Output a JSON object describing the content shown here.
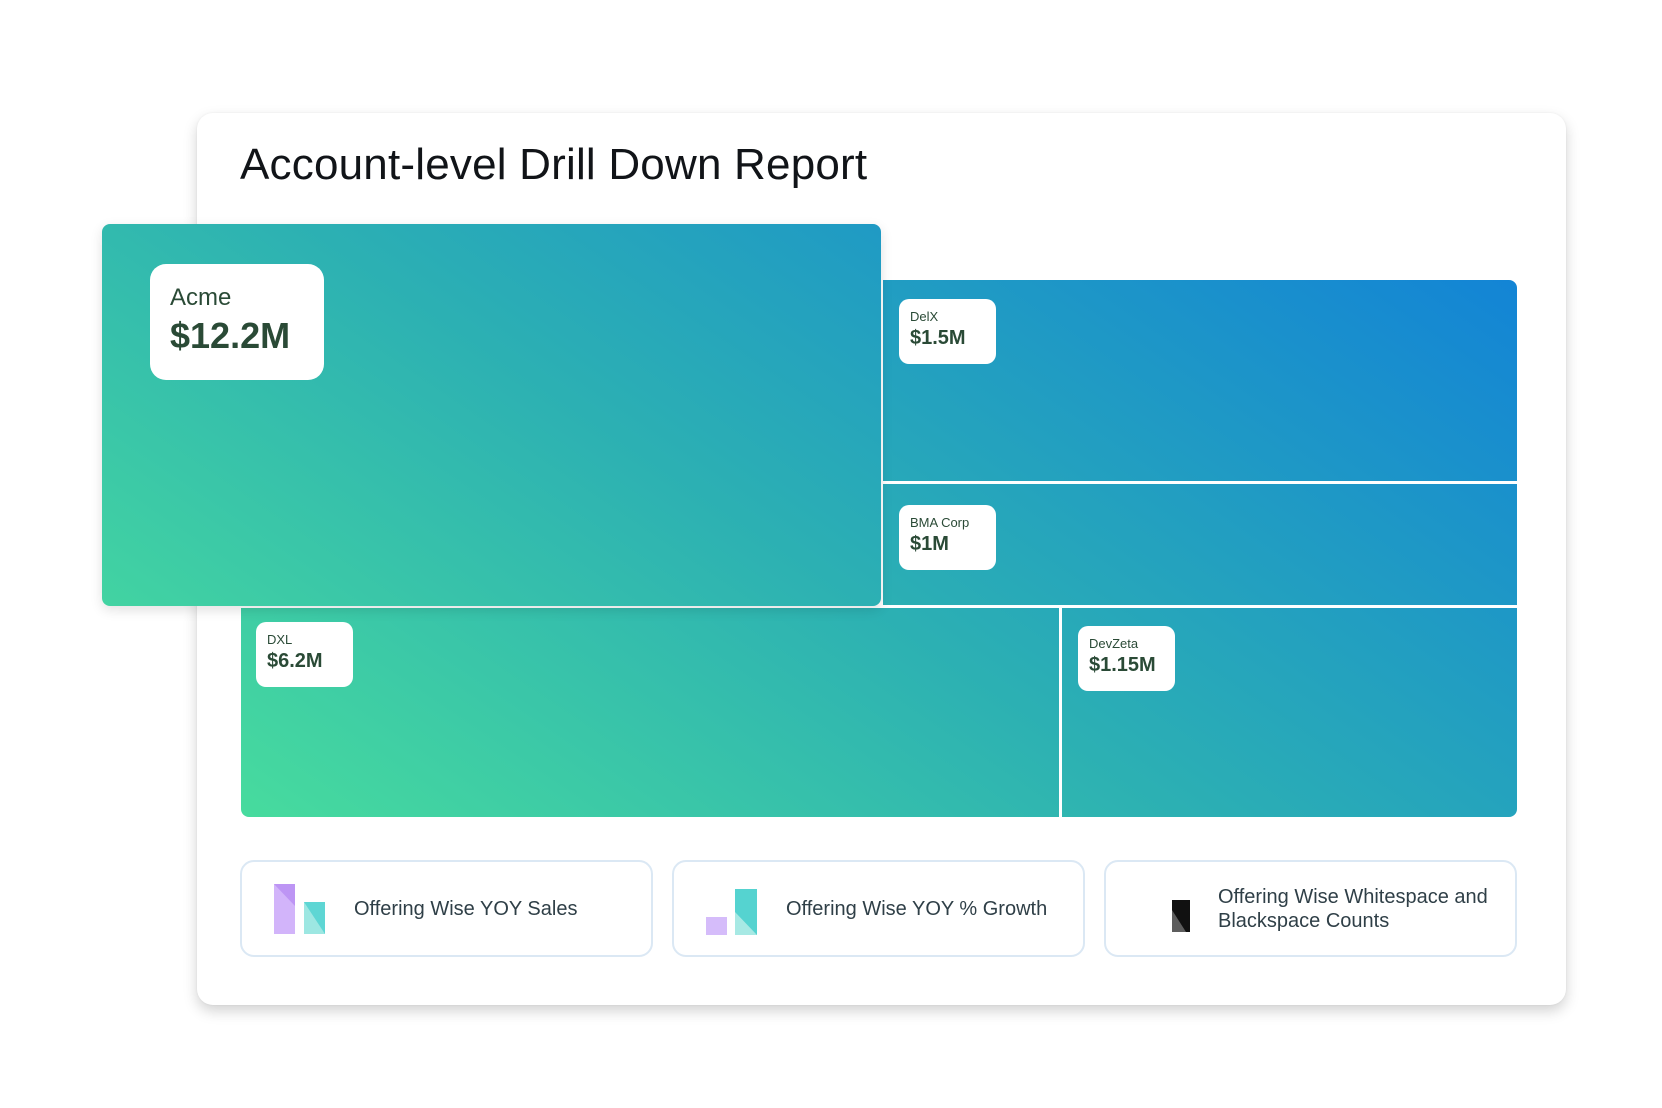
{
  "header": {
    "title": "Account-level Drill Down Report"
  },
  "treemap": {
    "tiles": [
      {
        "name": "Acme",
        "value": "$12.2M"
      },
      {
        "name": "DelX",
        "value": "$1.5M"
      },
      {
        "name": "BMA Corp",
        "value": "$1M"
      },
      {
        "name": "DXL",
        "value": "$6.2M"
      },
      {
        "name": "DevZeta",
        "value": "$1.15M"
      }
    ],
    "colors": {
      "gradient_start": "#4ce39a",
      "gradient_mid": "#2cb0b3",
      "gradient_end": "#1181d8",
      "label_text": "#2a4a36"
    }
  },
  "reports": [
    {
      "label": "Offering Wise YOY Sales",
      "icon": "bar-chart-icon"
    },
    {
      "label": "Offering Wise YOY % Growth",
      "icon": "growth-chart-icon"
    },
    {
      "label": "Offering Wise Whitespace and Blackspace Counts",
      "icon": "whitespace-blackspace-icon"
    }
  ]
}
